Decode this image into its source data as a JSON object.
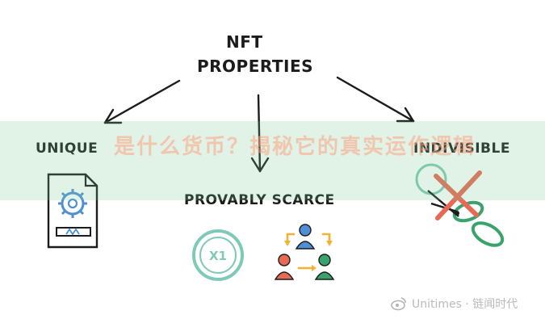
{
  "diagram": {
    "title_line1": "NFT",
    "title_line2": "PROPERTIES",
    "left_label": "UNIQUE",
    "middle_label": "PROVABLY SCARCE",
    "right_label": "INDIVISIBLE",
    "coin_text": "X1"
  },
  "overlay": {
    "banner_text": "是什么货币？揭秘它的真实运作逻辑"
  },
  "watermark": {
    "text": "Unitimes · 链闻时代",
    "icon": "weibo-icon"
  },
  "colors": {
    "ink": "#1c1c1c",
    "teal": "#7fc9b8",
    "coral": "#e86a55",
    "yellow": "#f2b233",
    "blue": "#4f8fd6",
    "green": "#3aa36b",
    "banner": "#78c88c"
  }
}
